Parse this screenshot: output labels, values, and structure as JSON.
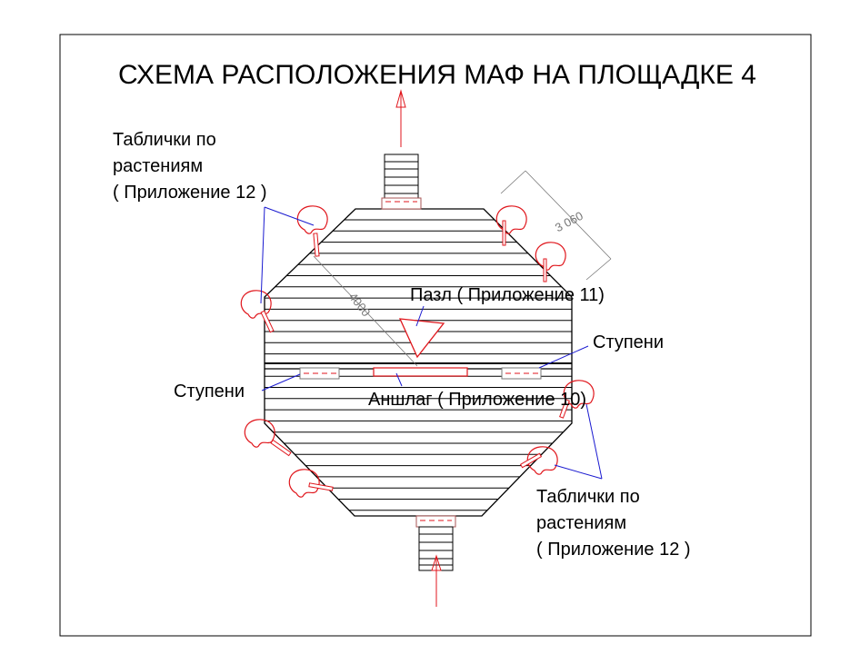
{
  "title": "СХЕМА РАСПОЛОЖЕНИЯ МАФ НА ПЛОЩАДКЕ 4",
  "labels": {
    "plants_top": [
      "Таблички по",
      "растениям",
      "( Приложение 12 )"
    ],
    "plants_bottom": [
      "Таблички по",
      "растениям",
      "( Приложение 12 )"
    ],
    "puzzle": "Пазл  ( Приложение 11)",
    "steps_right": "Ступени",
    "steps_left": "Ступени",
    "anshlag": "Аншлаг  ( Приложение 10)"
  },
  "dimensions": {
    "side": "3 060",
    "diagonal": "4000"
  },
  "colors": {
    "outline": "#000000",
    "objects": "#e0161c",
    "leaders": "#1a1ad0",
    "dimension": "#777777"
  }
}
